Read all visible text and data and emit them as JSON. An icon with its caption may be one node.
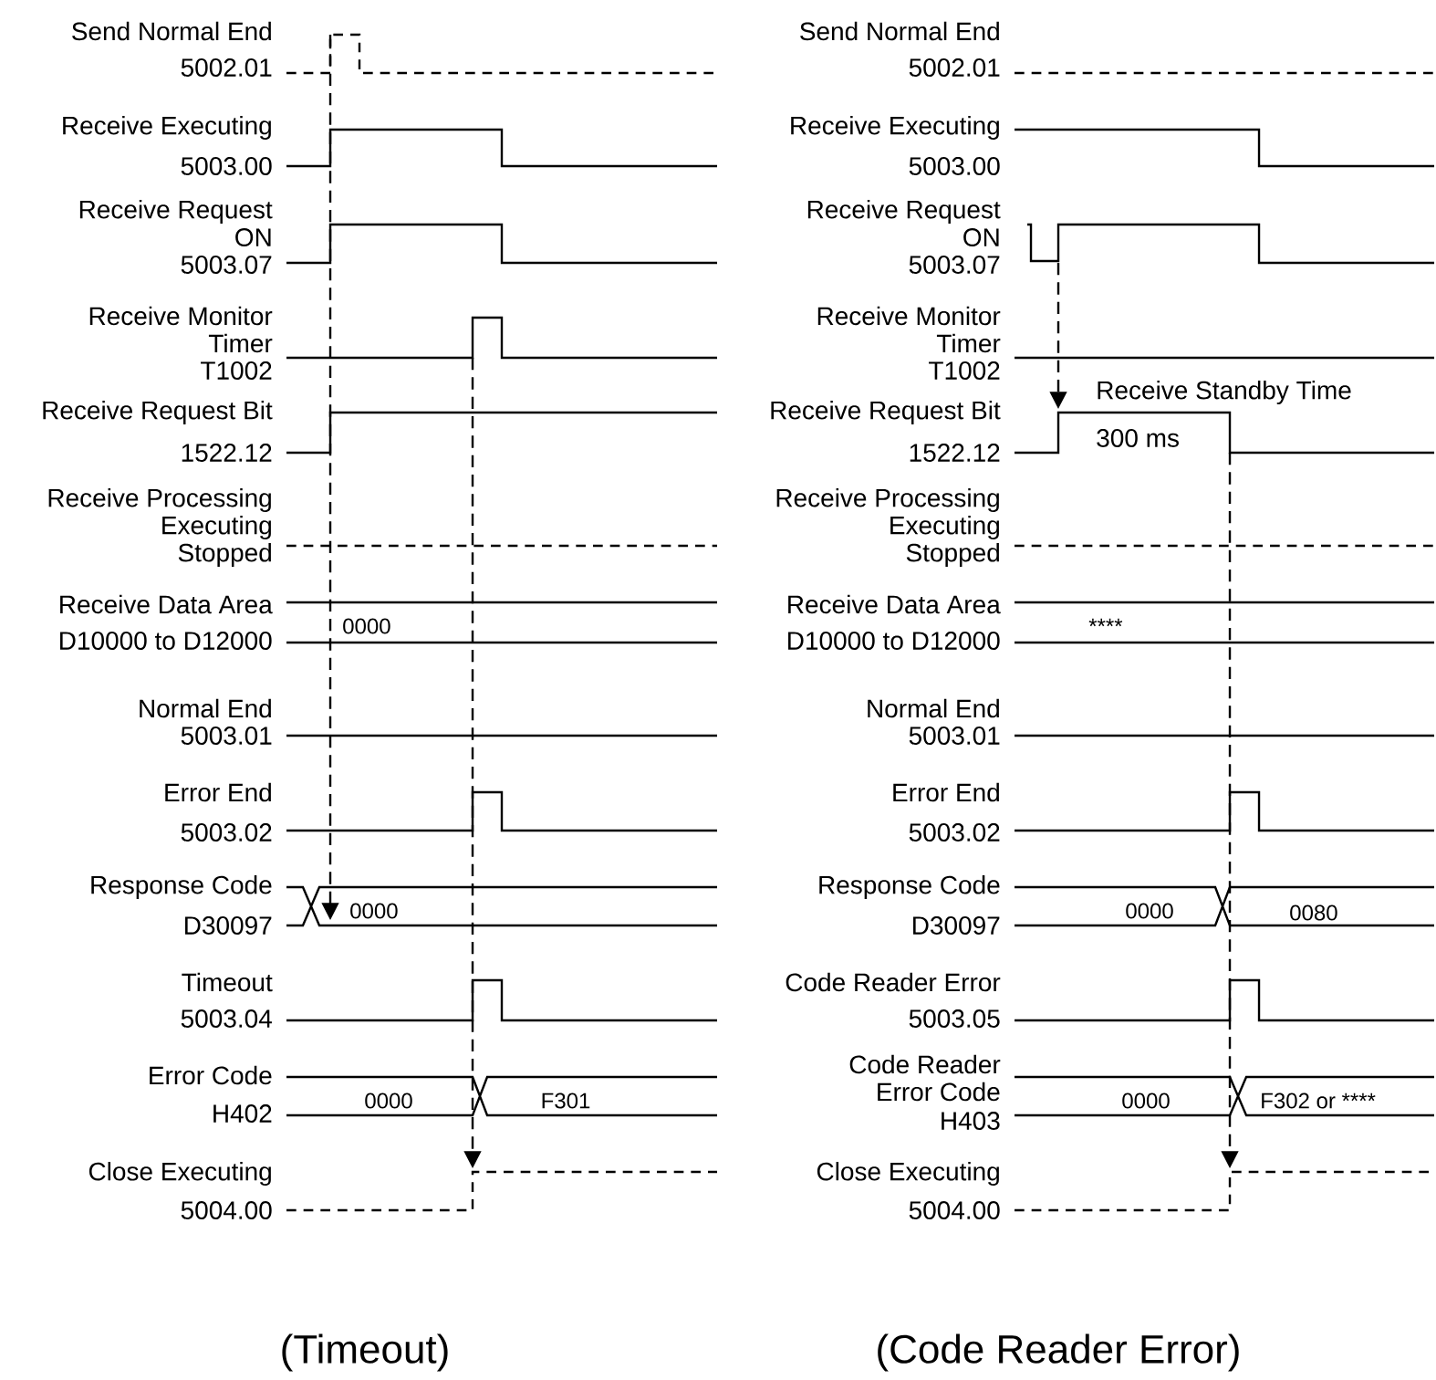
{
  "diagram": {
    "labels": [
      "Send Normal End",
      "5002.01",
      "Receive Executing",
      "5003.00",
      "Receive Request",
      "ON",
      "5003.07",
      "Receive Monitor",
      "Timer",
      "T1002",
      "Receive Request Bit",
      "1522.12",
      "Receive Processing",
      "Executing",
      "Stopped",
      "Receive Data Area",
      "0000",
      "D10000 to D12000",
      "Normal End",
      "5003.01",
      "Error End",
      "5003.02",
      "Response Code",
      "0000",
      "D30097",
      "Timeout",
      "5003.04",
      "Error Code",
      "0000",
      "F301",
      "H402",
      "Close Executing",
      "5004.00",
      "Send Normal End",
      "5002.01",
      "Receive Executing",
      "5003.00",
      "Receive Request",
      "ON",
      "5003.07",
      "Receive Monitor",
      "Timer",
      "T1002",
      "Receive Standby Time",
      "Receive Request Bit",
      "300 ms",
      "1522.12",
      "Receive Processing",
      "Executing",
      "Stopped",
      "Receive Data Area",
      "****",
      "D10000 to D12000",
      "Normal End",
      "5003.01",
      "Error End",
      "5003.02",
      "Response Code",
      "0000",
      "0080",
      "D30097",
      "Code Reader Error",
      "5003.05",
      "Code Reader",
      "Error Code",
      "0000",
      "F302 or ****",
      "H403",
      "Close Executing",
      "5004.00",
      "(Timeout)",
      "(Code Reader Error)"
    ]
  }
}
